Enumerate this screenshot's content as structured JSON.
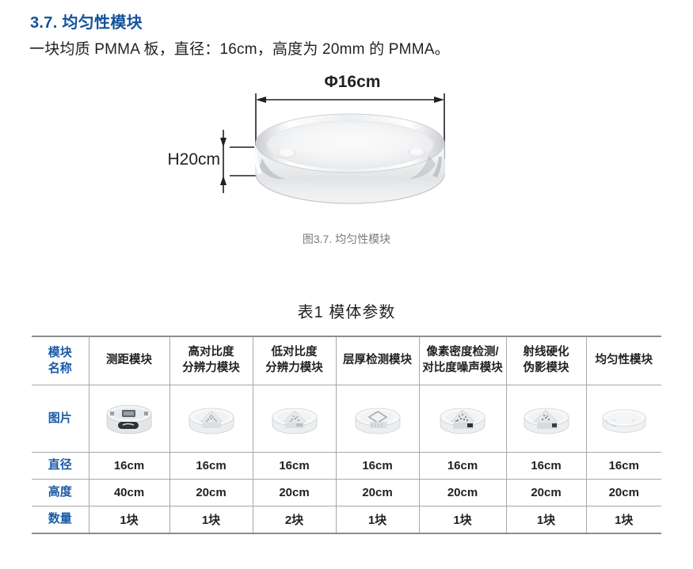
{
  "section": {
    "number": "3.7.",
    "heading": "3.7.  均匀性模块",
    "body": "一块均质 PMMA 板，直径：16cm，高度为 20mm 的 PMMA。"
  },
  "figure": {
    "caption": "图3.7.  均匀性模块",
    "diameter_label": "Φ16cm",
    "height_label": "H20cm",
    "object_name": "pmma-uniformity-disc"
  },
  "table": {
    "title": "表1  模体参数",
    "row_labels": [
      "模块\n名称",
      "图片",
      "直径",
      "高度",
      "数量"
    ],
    "row_label_name": "模块名称",
    "row_label_name_line1": "模块",
    "row_label_name_line2": "名称",
    "row_label_image": "图片",
    "row_label_diameter": "直径",
    "row_label_height": "高度",
    "row_label_quantity": "数量",
    "columns": [
      {
        "name_line1": "测距模块",
        "name_line2": "",
        "icon": "distance-module-thumb",
        "diameter": "16cm",
        "height": "40cm",
        "quantity": "1块"
      },
      {
        "name_line1": "高对比度",
        "name_line2": "分辨力模块",
        "icon": "high-contrast-resolution-module-thumb",
        "diameter": "16cm",
        "height": "20cm",
        "quantity": "1块"
      },
      {
        "name_line1": "低对比度",
        "name_line2": "分辨力模块",
        "icon": "low-contrast-resolution-module-thumb",
        "diameter": "16cm",
        "height": "20cm",
        "quantity": "2块"
      },
      {
        "name_line1": "层厚检测模块",
        "name_line2": "",
        "icon": "slice-thickness-module-thumb",
        "diameter": "16cm",
        "height": "20cm",
        "quantity": "1块"
      },
      {
        "name_line1": "像素密度检测/",
        "name_line2": "对比度噪声模块",
        "icon": "pixel-density-contrast-noise-module-thumb",
        "diameter": "16cm",
        "height": "20cm",
        "quantity": "1块"
      },
      {
        "name_line1": "射线硬化",
        "name_line2": "伪影模块",
        "icon": "beam-hardening-artifact-module-thumb",
        "diameter": "16cm",
        "height": "20cm",
        "quantity": "1块"
      },
      {
        "name_line1": "均匀性模块",
        "name_line2": "",
        "icon": "uniformity-module-thumb",
        "diameter": "16cm",
        "height": "20cm",
        "quantity": "1块"
      }
    ]
  },
  "colors": {
    "heading_blue": "#13519b",
    "label_blue": "#1a5aa8",
    "body_text": "#231f20",
    "caption_gray": "#7b7b7b",
    "table_border": "#a8a8a8",
    "page_background": "#ffffff"
  }
}
